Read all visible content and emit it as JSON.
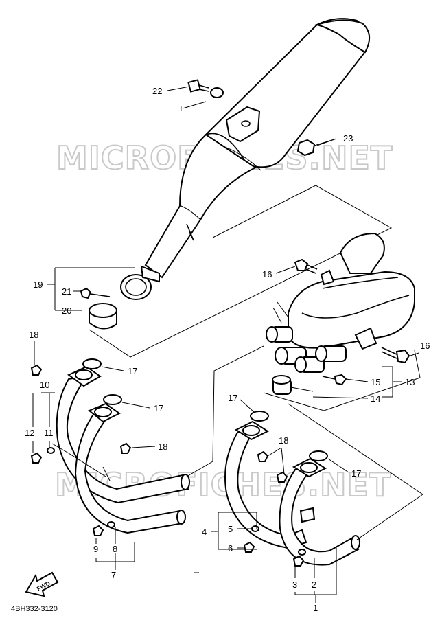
{
  "diagram": {
    "code": "4BH332-3120",
    "fwd_label": "FWD",
    "watermark": "MICROFICHES.NET",
    "callouts": {
      "c1": "1",
      "c2": "2",
      "c3": "3",
      "c4": "4",
      "c5": "5",
      "c6": "6",
      "c7": "7",
      "c8": "8",
      "c9": "9",
      "c10": "10",
      "c11": "11",
      "c12": "12",
      "c13": "13",
      "c14": "14",
      "c15": "15",
      "c16a": "16",
      "c16b": "16",
      "c17a": "17",
      "c17b": "17",
      "c17c": "17",
      "c17d": "17",
      "c18a": "18",
      "c18b": "18",
      "c18c": "18",
      "c19": "19",
      "c20": "20",
      "c21": "21",
      "c22": "22",
      "c23": "23"
    }
  }
}
